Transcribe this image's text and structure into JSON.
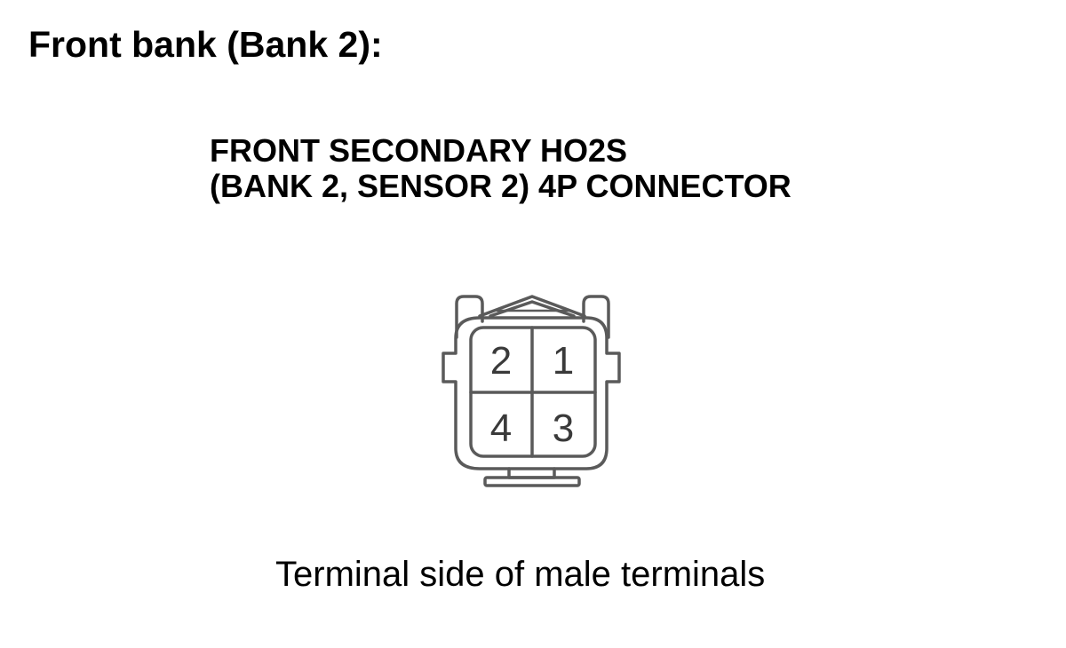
{
  "heading": "Front bank (Bank 2):",
  "connector": {
    "title_line1": "FRONT SECONDARY HO2S",
    "title_line2": "(BANK 2, SENSOR 2) 4P CONNECTOR",
    "pins": {
      "top_left": "2",
      "top_right": "1",
      "bottom_left": "4",
      "bottom_right": "3"
    }
  },
  "caption": "Terminal side of male terminals",
  "colors": {
    "text": "#000000",
    "outline": "#5a5a5a"
  }
}
